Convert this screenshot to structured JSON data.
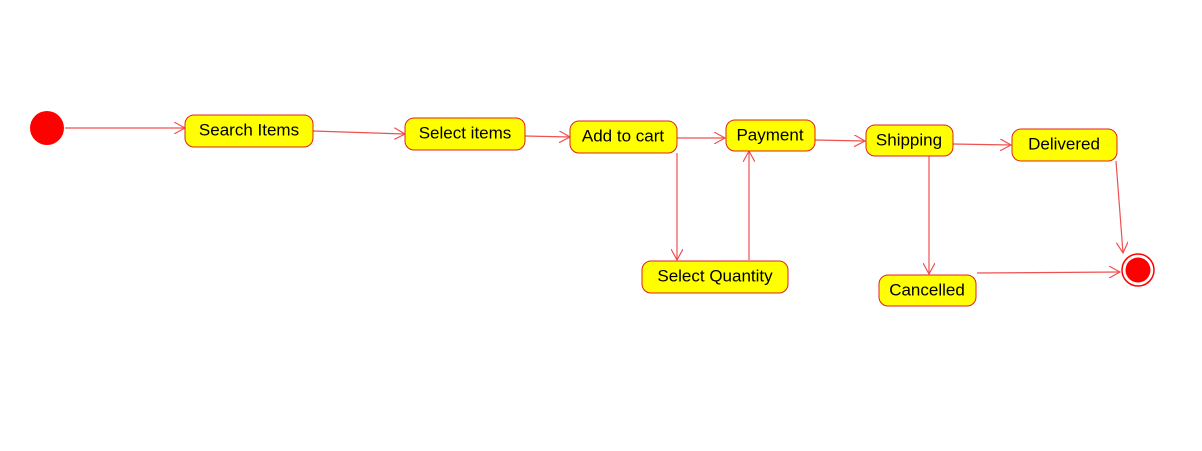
{
  "diagram": {
    "type": "activity-diagram",
    "colors": {
      "node_fill": "#ffff00",
      "node_border": "#e02020",
      "edge": "#f05050",
      "start_node": "#ff0000",
      "end_node": "#ff0000",
      "background": "#ffffff"
    },
    "start": {
      "id": "start"
    },
    "end": {
      "id": "end"
    },
    "activities": [
      {
        "id": "search",
        "label": "Search Items"
      },
      {
        "id": "select_items",
        "label": "Select items"
      },
      {
        "id": "add_cart",
        "label": "Add to cart"
      },
      {
        "id": "payment",
        "label": "Payment"
      },
      {
        "id": "shipping",
        "label": "Shipping"
      },
      {
        "id": "delivered",
        "label": "Delivered"
      },
      {
        "id": "select_qty",
        "label": "Select Quantity"
      },
      {
        "id": "cancelled",
        "label": "Cancelled"
      }
    ],
    "transitions": [
      {
        "from": "start",
        "to": "search"
      },
      {
        "from": "search",
        "to": "select_items"
      },
      {
        "from": "select_items",
        "to": "add_cart"
      },
      {
        "from": "add_cart",
        "to": "payment"
      },
      {
        "from": "add_cart",
        "to": "select_qty"
      },
      {
        "from": "select_qty",
        "to": "payment"
      },
      {
        "from": "payment",
        "to": "shipping"
      },
      {
        "from": "shipping",
        "to": "delivered"
      },
      {
        "from": "shipping",
        "to": "cancelled"
      },
      {
        "from": "delivered",
        "to": "end"
      },
      {
        "from": "cancelled",
        "to": "end"
      }
    ]
  }
}
